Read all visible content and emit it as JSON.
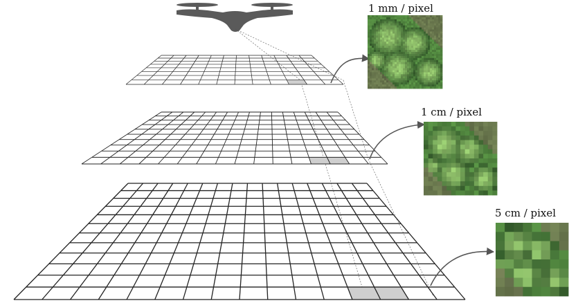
{
  "levels": [
    {
      "label": "1 mm / pixel",
      "grid_cols": 12,
      "grid_rows": 8
    },
    {
      "label": "1 cm / pixel",
      "grid_cols": 16,
      "grid_rows": 10
    },
    {
      "label": "5 cm / pixel",
      "grid_cols": 16,
      "grid_rows": 12
    }
  ],
  "colors": {
    "grid_line": "#222222",
    "highlight_cell": "#cfcfcf",
    "drone_body": "#5a5a5a",
    "arrow": "#555555",
    "leaf_light": "#8fbf6a",
    "leaf_mid": "#5f9a48",
    "leaf_dark": "#355f2c",
    "soil": "#7a6e58"
  },
  "icons": {
    "drone": "drone-icon",
    "crop_patch": "lettuce-crop-image"
  }
}
